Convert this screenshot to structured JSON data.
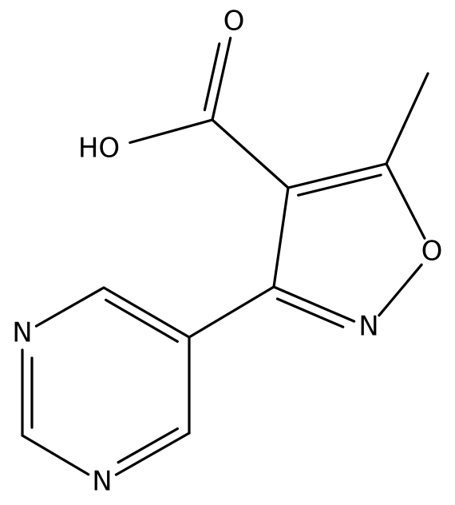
{
  "molecule": {
    "atoms": [
      {
        "id": "c_methyl",
        "element": "C",
        "label": ""
      },
      {
        "id": "c5",
        "element": "C",
        "label": ""
      },
      {
        "id": "o1",
        "element": "O",
        "label": "O"
      },
      {
        "id": "n2",
        "element": "N",
        "label": "N"
      },
      {
        "id": "c3",
        "element": "C",
        "label": ""
      },
      {
        "id": "c4",
        "element": "C",
        "label": ""
      },
      {
        "id": "c_carboxyl",
        "element": "C",
        "label": ""
      },
      {
        "id": "o_carbonyl",
        "element": "O",
        "label": "O"
      },
      {
        "id": "o_hydroxyl",
        "element": "O",
        "label": "HO"
      },
      {
        "id": "pc5",
        "element": "C",
        "label": ""
      },
      {
        "id": "pc4",
        "element": "C",
        "label": ""
      },
      {
        "id": "pn3",
        "element": "N",
        "label": "N"
      },
      {
        "id": "pc2",
        "element": "C",
        "label": ""
      },
      {
        "id": "pn1",
        "element": "N",
        "label": "N"
      },
      {
        "id": "pc6",
        "element": "C",
        "label": ""
      }
    ],
    "bonds": [
      {
        "from": "c_methyl",
        "to": "c5",
        "order": 1
      },
      {
        "from": "c5",
        "to": "o1",
        "order": 1
      },
      {
        "from": "o1",
        "to": "n2",
        "order": 1
      },
      {
        "from": "n2",
        "to": "c3",
        "order": 2
      },
      {
        "from": "c3",
        "to": "c4",
        "order": 1
      },
      {
        "from": "c4",
        "to": "c5",
        "order": 2
      },
      {
        "from": "c4",
        "to": "c_carboxyl",
        "order": 1
      },
      {
        "from": "c_carboxyl",
        "to": "o_carbonyl",
        "order": 2
      },
      {
        "from": "c_carboxyl",
        "to": "o_hydroxyl",
        "order": 1
      },
      {
        "from": "c3",
        "to": "pc5",
        "order": 1
      },
      {
        "from": "pc5",
        "to": "pc4",
        "order": 2
      },
      {
        "from": "pc4",
        "to": "pn3",
        "order": 1
      },
      {
        "from": "pn3",
        "to": "pc2",
        "order": 2
      },
      {
        "from": "pc2",
        "to": "pn1",
        "order": 1
      },
      {
        "from": "pn1",
        "to": "pc6",
        "order": 2
      },
      {
        "from": "pc6",
        "to": "pc5",
        "order": 1
      }
    ]
  }
}
